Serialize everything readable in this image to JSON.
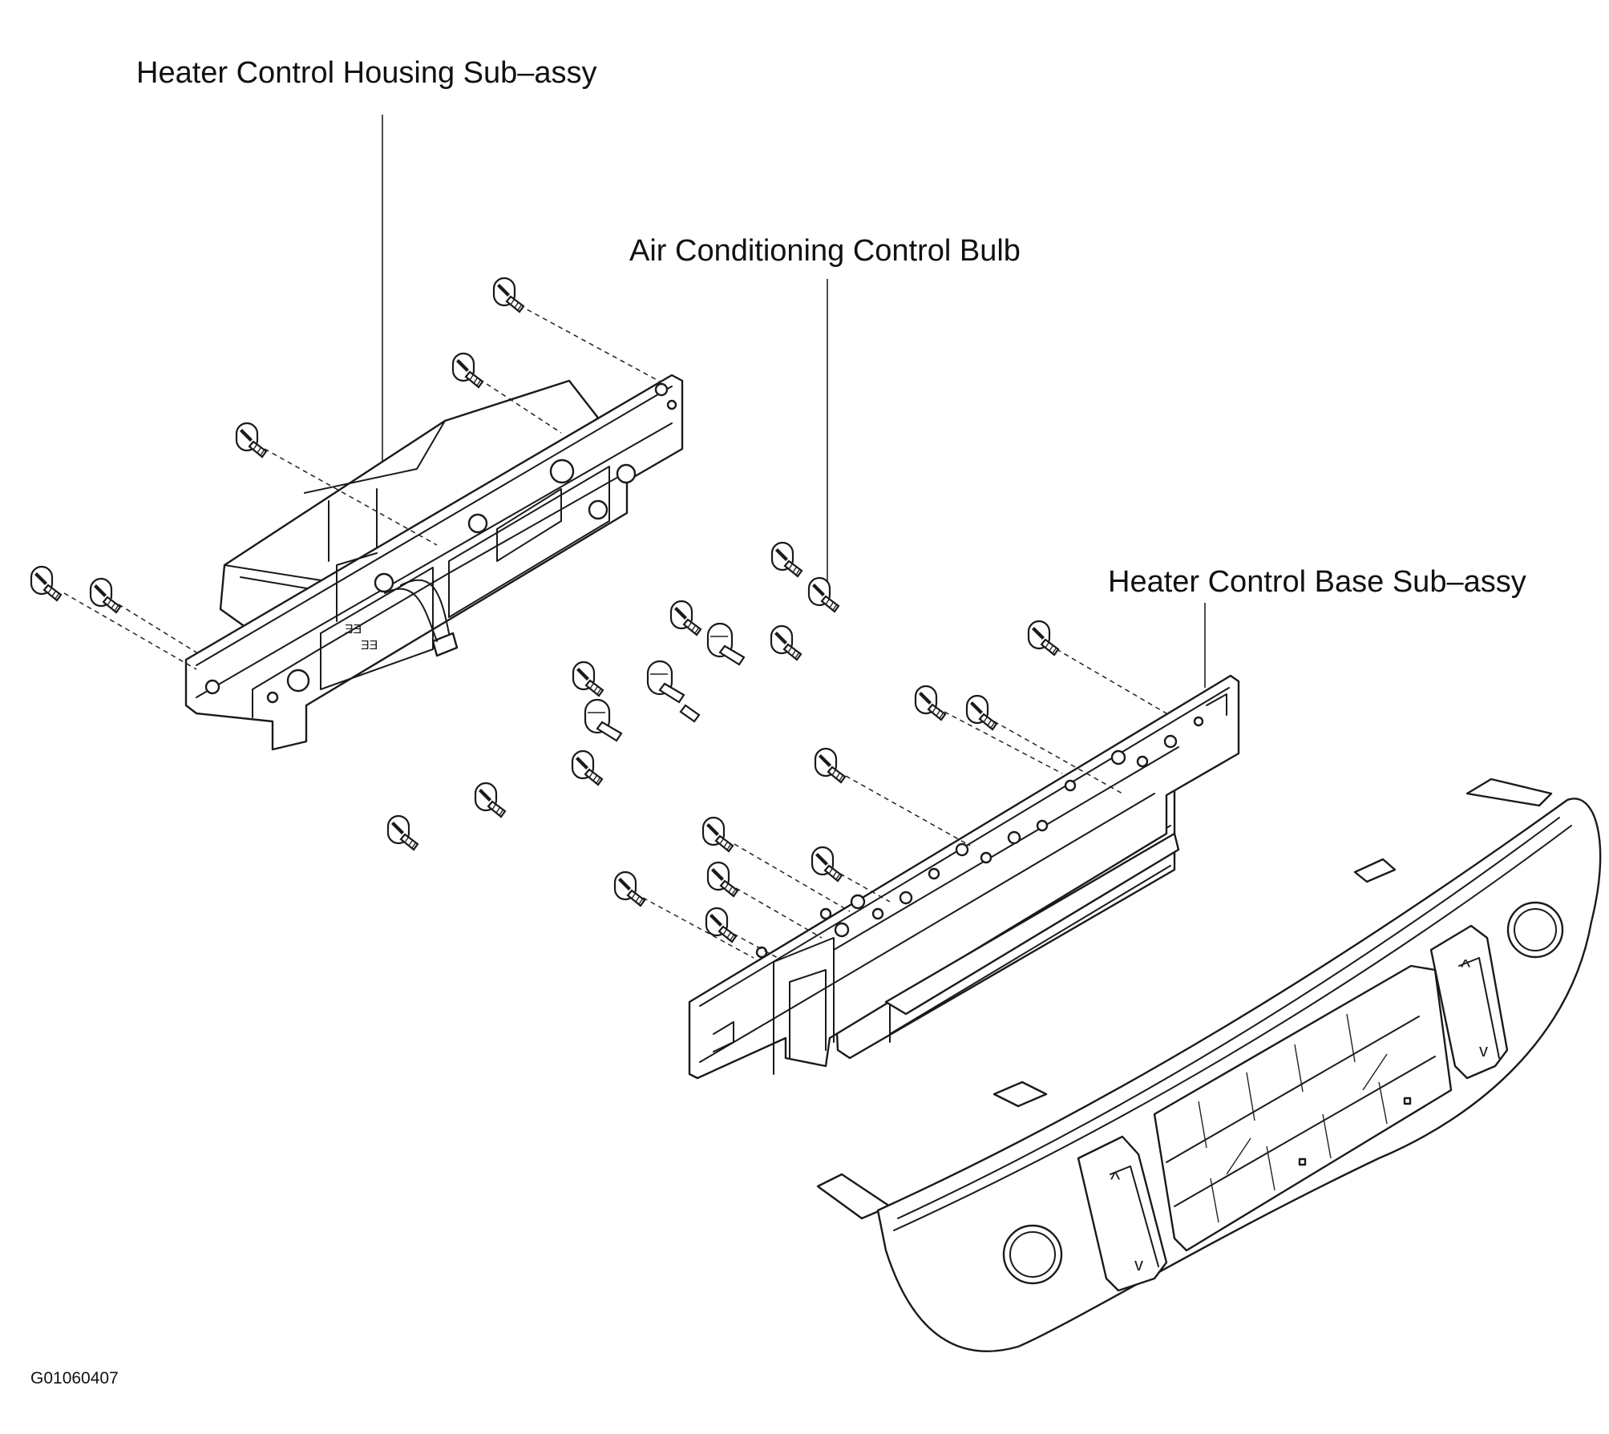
{
  "labels": {
    "housing": "Heater Control Housing Sub–assy",
    "bulb": "Air Conditioning Control Bulb",
    "base": "Heater Control Base Sub–assy"
  },
  "figure_code": "G01060407",
  "colors": {
    "line": "#1a1a1a",
    "paper": "#ffffff"
  }
}
